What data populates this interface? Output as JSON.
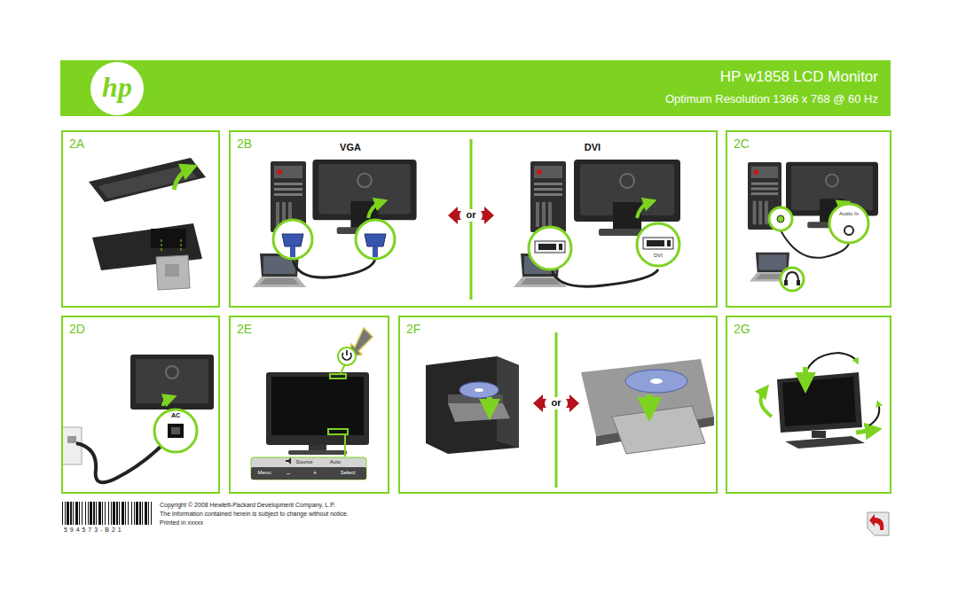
{
  "diagram": {
    "nodes": [
      {
        "text": [
          "HP w1858 LCD Monitor",
          "Optimum Resolution 1366 x 768 @ 60 Hz"
        ]
      },
      {
        "text": [
          "hp"
        ],
        "in": 0
      },
      {
        "text": [
          "2A"
        ]
      },
      {
        "text": [
          "2B"
        ]
      },
      {
        "text": [
          "2C"
        ]
      },
      {
        "text": [
          "2D"
        ]
      },
      {
        "text": [
          "2E"
        ]
      },
      {
        "text": [
          "2F"
        ]
      },
      {
        "text": [
          "2G"
        ]
      }
    ],
    "labels": [
      "VGA",
      "or",
      "DVI",
      "DVI",
      "Audio In",
      "AC",
      "Source",
      "Auto",
      "Menu",
      "–",
      "+",
      "Select",
      "or",
      "5 9 4 5 7 3 - B 2 1",
      "Copyright © 2008 Hewlett-Packard Development Company, L.P.",
      "The information contained herein is subject to change without notice.",
      "Printed in xxxxx"
    ]
  }
}
